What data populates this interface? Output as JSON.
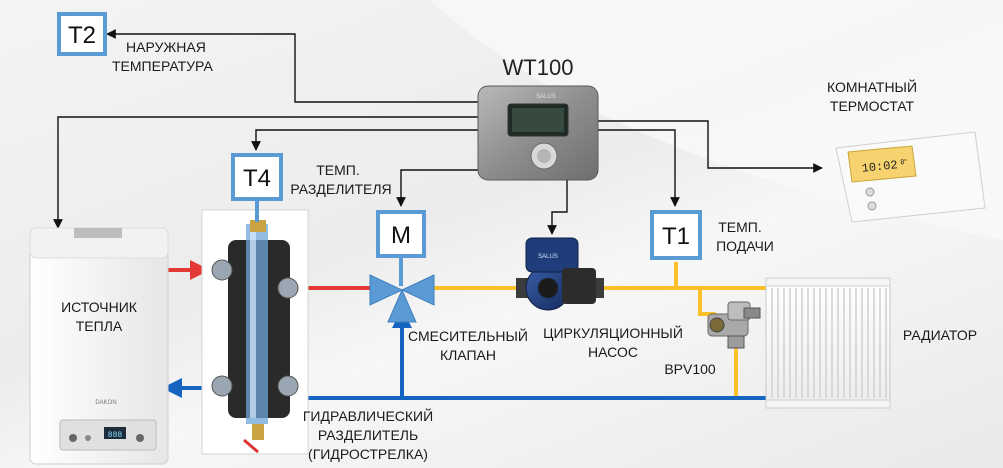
{
  "controller": {
    "title": "WT100"
  },
  "sensors": {
    "t2": "T2",
    "t4": "T4",
    "mixer": "M",
    "t1": "T1"
  },
  "labels": {
    "outdoor_temp": [
      "НАРУЖНАЯ",
      "ТЕМПЕРАТУРА"
    ],
    "room_thermostat": [
      "КОМНАТНЫЙ",
      "ТЕРМОСТАТ"
    ],
    "separator_temp": [
      "ТЕМП.",
      "РАЗДЕЛИТЕЛЯ"
    ],
    "supply_temp": [
      "ТЕМП.",
      "ПОДАЧИ"
    ],
    "heat_source": [
      "ИСТОЧНИК",
      "ТЕПЛА"
    ],
    "mixing_valve": [
      "СМЕСИТЕЛЬНЫЙ",
      "КЛАПАН"
    ],
    "circ_pump": [
      "ЦИРКУЛЯЦИОННЫЙ",
      "НАСОС"
    ],
    "bpv": "BPV100",
    "radiator": "РАДИАТОР",
    "hydro_separator": [
      "ГИДРАВЛИЧЕСКИЙ",
      "РАЗДЕЛИТЕЛЬ",
      "(ГИДРОСТРЕЛКА)"
    ]
  },
  "thermostat_display": {
    "time": "10:02",
    "temp": "8°"
  },
  "boiler_display": {
    "value": "888"
  },
  "colors": {
    "box_border": "#5b9bd5",
    "supply_hot": "#e53935",
    "return_cold": "#1565c0",
    "mixed_supply": "#f9c02a",
    "wire": "#111111"
  }
}
